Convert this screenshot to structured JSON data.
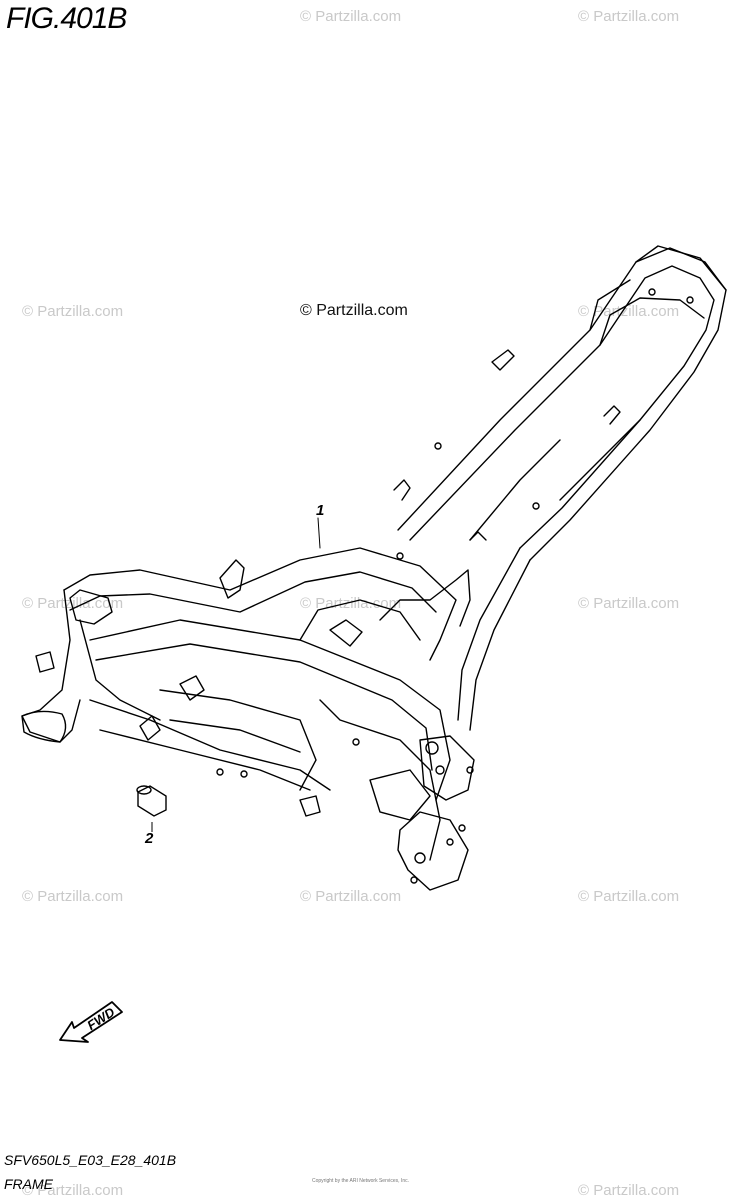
{
  "figure": {
    "title": "FIG.401B"
  },
  "watermark": {
    "text": "© Partzilla.com",
    "main_text": "© Partzilla.com"
  },
  "callouts": [
    {
      "number": "1"
    },
    {
      "number": "2"
    }
  ],
  "fwd_arrow": {
    "label": "FWD"
  },
  "footer": {
    "model_code": "SFV650L5_E03_E28_401B",
    "caption": "FRAME",
    "fine_print": "Copyright by the ARI Network Services, Inc."
  },
  "icons": {
    "fwd": "fwd-arrow-icon",
    "frame": "frame-drawing",
    "spacer": "spacer-part-drawing"
  }
}
